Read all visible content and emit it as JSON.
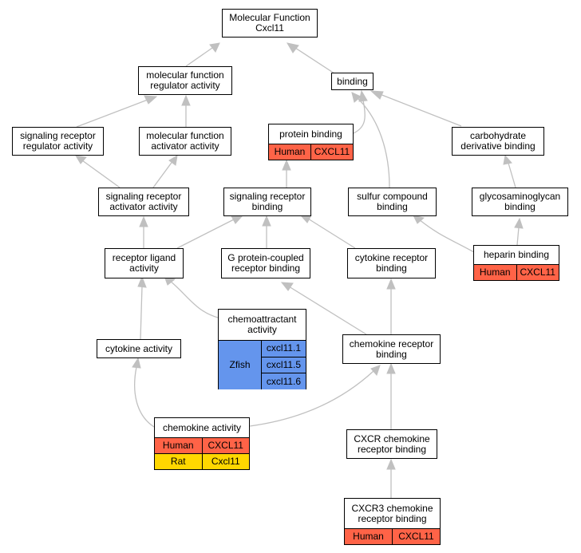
{
  "nodes": {
    "mf": {
      "line1": "Molecular Function",
      "line2": "Cxcl11"
    },
    "mfr": {
      "line1": "molecular function",
      "line2": "regulator activity"
    },
    "binding": {
      "line1": "binding"
    },
    "srra": {
      "line1": "signaling receptor",
      "line2": "regulator activity"
    },
    "mfa": {
      "line1": "molecular function",
      "line2": "activator activity"
    },
    "protein_binding": {
      "line1": "protein binding",
      "species": "Human",
      "gene": "CXCL11"
    },
    "cdb": {
      "line1": "carbohydrate",
      "line2": "derivative binding"
    },
    "sraa": {
      "line1": "signaling receptor",
      "line2": "activator activity"
    },
    "srb": {
      "line1": "signaling receptor",
      "line2": "binding"
    },
    "scb": {
      "line1": "sulfur compound",
      "line2": "binding"
    },
    "gagb": {
      "line1": "glycosaminoglycan",
      "line2": "binding"
    },
    "rla": {
      "line1": "receptor ligand",
      "line2": "activity"
    },
    "gpcrb": {
      "line1": "G protein-coupled",
      "line2": "receptor binding"
    },
    "crb": {
      "line1": "cytokine receptor",
      "line2": "binding"
    },
    "heparin": {
      "line1": "heparin binding",
      "species": "Human",
      "gene": "CXCL11"
    },
    "chemoattractant": {
      "line1": "chemoattractant",
      "line2": "activity",
      "species": "Zfish",
      "genes": [
        "cxcl11.1",
        "cxcl11.5",
        "cxcl11.6"
      ]
    },
    "cytokine_activity": {
      "line1": "cytokine activity"
    },
    "chemokine_rb": {
      "line1": "chemokine receptor",
      "line2": "binding"
    },
    "chemokine_activity": {
      "line1": "chemokine activity",
      "rows": [
        {
          "species": "Human",
          "gene": "CXCL11"
        },
        {
          "species": "Rat",
          "gene": "Cxcl11"
        }
      ]
    },
    "cxcr": {
      "line1": "CXCR chemokine",
      "line2": "receptor binding"
    },
    "cxcr3": {
      "line1": "CXCR3 chemokine",
      "line2": "receptor binding",
      "species": "Human",
      "gene": "CXCL11"
    }
  },
  "colors": {
    "human": "#ff6347",
    "rat": "#ffd700",
    "zfish": "#6495ed",
    "edge": "#c0c0c0"
  }
}
